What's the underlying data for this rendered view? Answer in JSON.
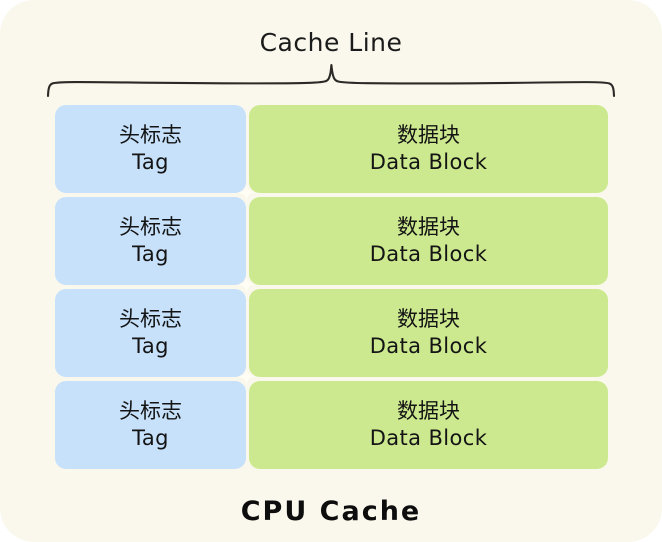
{
  "diagram": {
    "title": "Cache Line",
    "footer_label": "CPU Cache",
    "colors": {
      "background": "#faf8ec",
      "tag_block": "#c7e1fa",
      "data_block": "#cce98f",
      "text": "#141414",
      "brace_stroke": "#2b2a26"
    },
    "brace": {
      "name": "curly-brace-top",
      "spans": "Cache Line"
    },
    "columns": [
      {
        "key": "tag",
        "cn": "头标志",
        "en": "Tag"
      },
      {
        "key": "data",
        "cn": "数据块",
        "en": "Data Block"
      }
    ],
    "rows": [
      {
        "index": 1,
        "tag_cn": "头标志",
        "tag_en": "Tag",
        "data_cn": "数据块",
        "data_en": "Data Block"
      },
      {
        "index": 2,
        "tag_cn": "头标志",
        "tag_en": "Tag",
        "data_cn": "数据块",
        "data_en": "Data Block"
      },
      {
        "index": 3,
        "tag_cn": "头标志",
        "tag_en": "Tag",
        "data_cn": "数据块",
        "data_en": "Data Block"
      },
      {
        "index": 4,
        "tag_cn": "头标志",
        "tag_en": "Tag",
        "data_cn": "数据块",
        "data_en": "Data Block"
      }
    ]
  }
}
